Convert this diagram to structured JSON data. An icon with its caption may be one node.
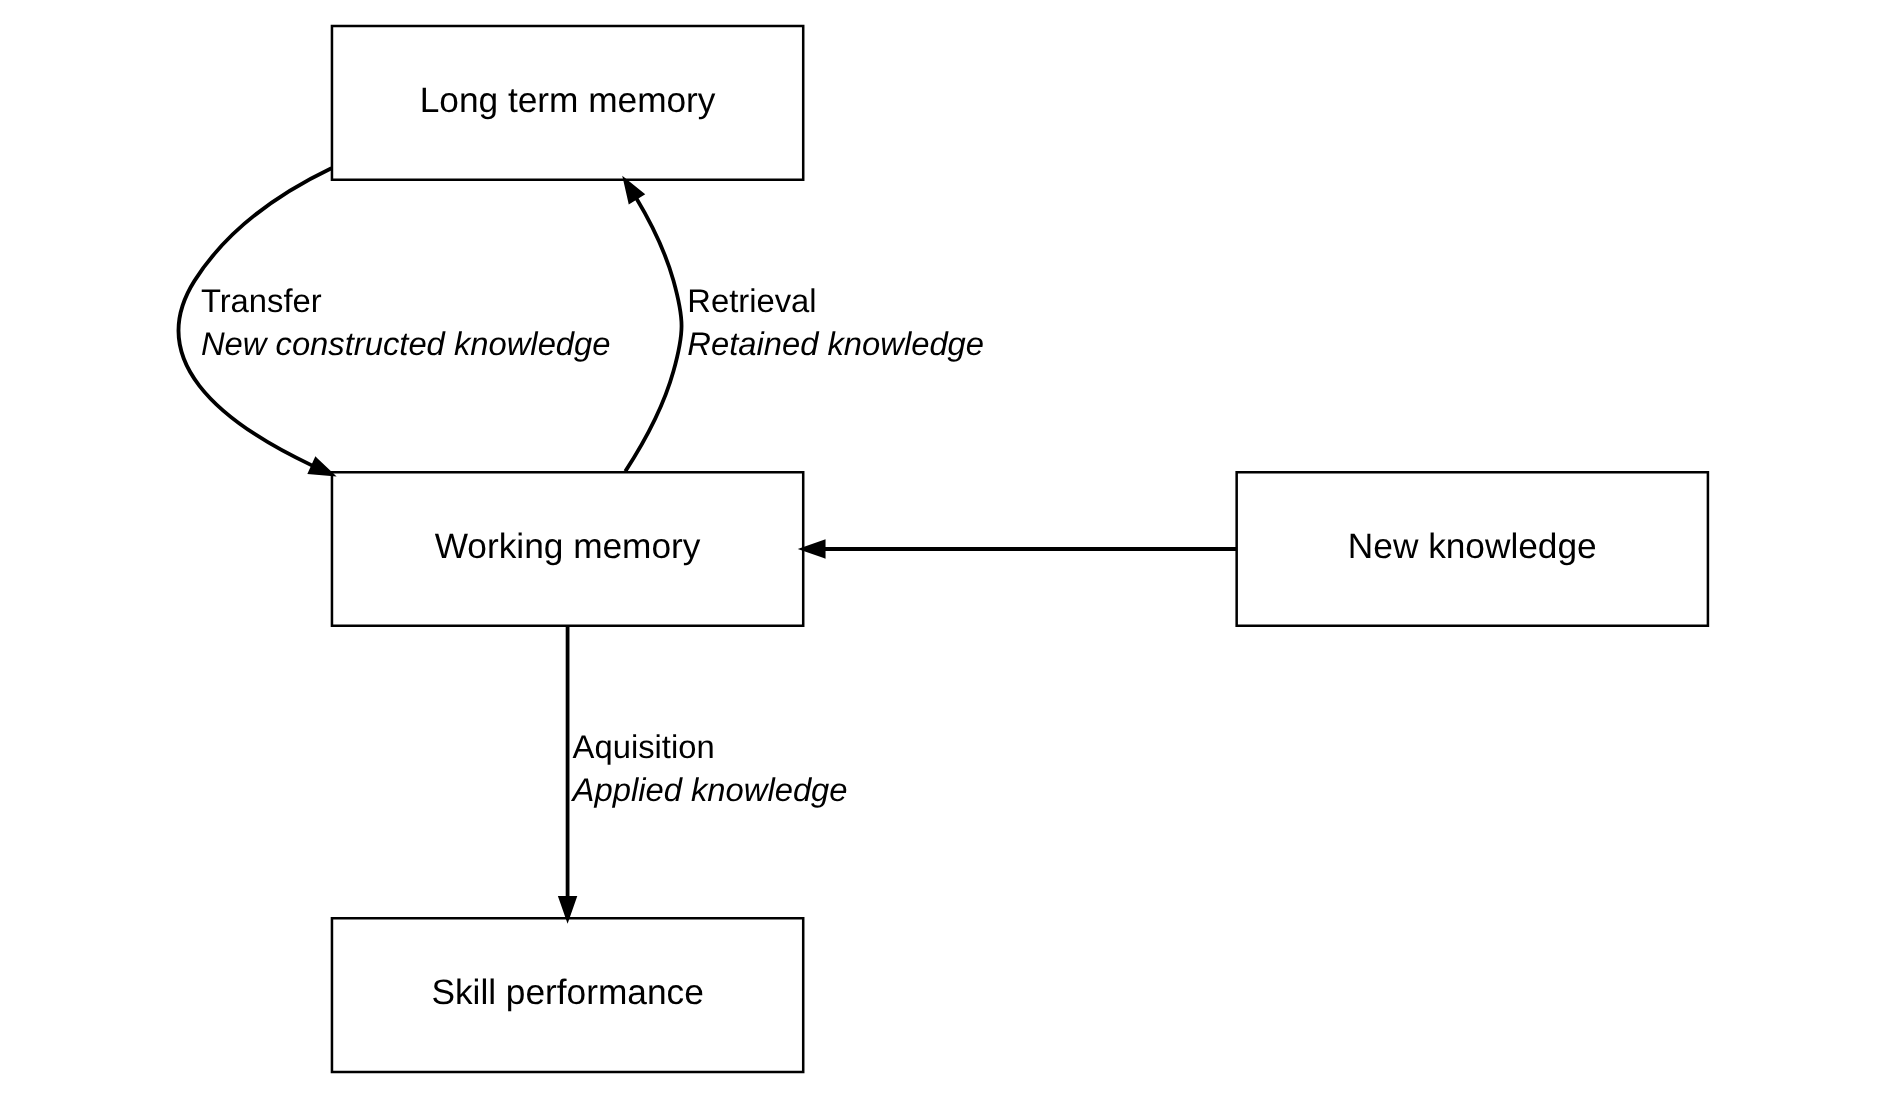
{
  "diagram": {
    "nodes": [
      {
        "text": [
          "Long term memory"
        ]
      },
      {
        "text": [
          "Working memory"
        ]
      },
      {
        "text": [
          "Skill performance"
        ]
      },
      {
        "text": [
          "New knowledge"
        ]
      }
    ],
    "edges": [
      {
        "from": 0,
        "to": 1,
        "arrow": "to",
        "label": [
          "Transfer",
          "New constructed knowledge"
        ]
      },
      {
        "from": 1,
        "to": 0,
        "arrow": "to",
        "label": [
          "Retrieval",
          "Retained knowledge"
        ]
      },
      {
        "from": 3,
        "to": 1,
        "arrow": "to"
      },
      {
        "from": 1,
        "to": 2,
        "arrow": "to",
        "label": [
          "Aquisition",
          "Applied knowledge"
        ]
      }
    ]
  }
}
